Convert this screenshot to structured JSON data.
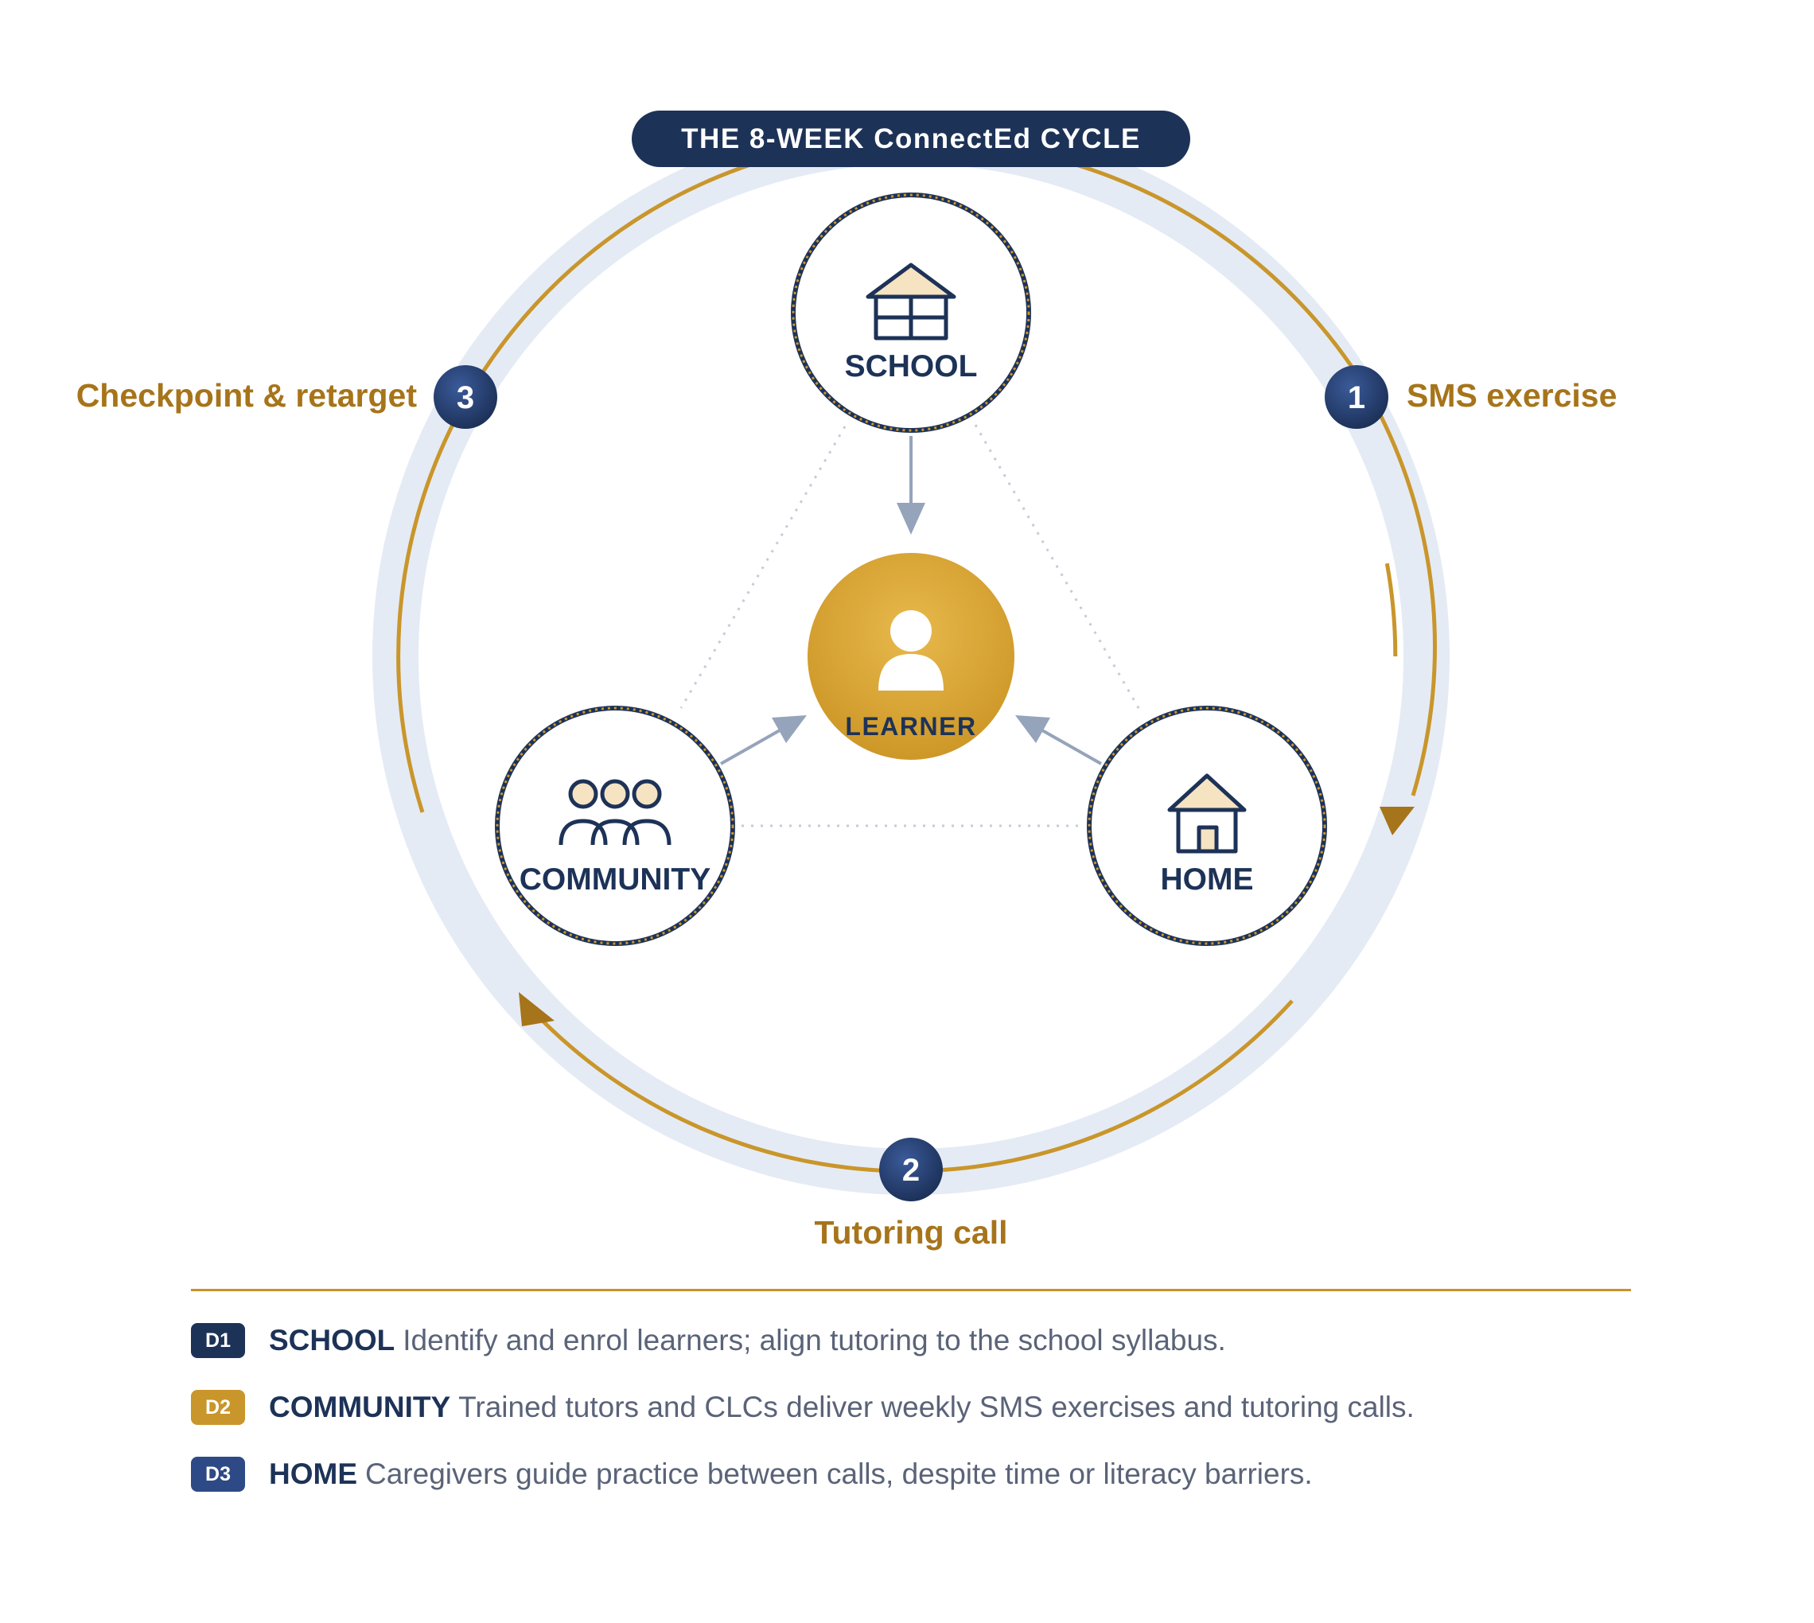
{
  "title": "THE 8-WEEK ConnectEd CYCLE",
  "steps": [
    {
      "number": "1",
      "label": "SMS exercise"
    },
    {
      "number": "2",
      "label": "Tutoring call"
    },
    {
      "number": "3",
      "label": "Checkpoint & retarget"
    }
  ],
  "nodes": {
    "school": "SCHOOL",
    "community": "COMMUNITY",
    "home": "HOME",
    "learner": "LEARNER"
  },
  "legend": [
    {
      "badge": "D1",
      "badge_color": "#1d3257",
      "domain": "SCHOOL",
      "text": "Identify and enrol learners; align tutoring to the school syllabus."
    },
    {
      "badge": "D2",
      "badge_color": "#c9962b",
      "domain": "COMMUNITY",
      "text": "Trained tutors and CLCs deliver weekly SMS exercises and tutoring calls."
    },
    {
      "badge": "D3",
      "badge_color": "#2e4a86",
      "domain": "HOME",
      "text": "Caregivers guide practice between calls, despite time or literacy barriers."
    }
  ],
  "colors": {
    "navy": "#1d3257",
    "gold": "#c9962b",
    "gold_text": "#a6741a",
    "ring": "#e5ebf5",
    "cream": "#f6e3c2"
  },
  "icons": [
    "school-icon",
    "community-icon",
    "home-icon",
    "learner-icon"
  ]
}
